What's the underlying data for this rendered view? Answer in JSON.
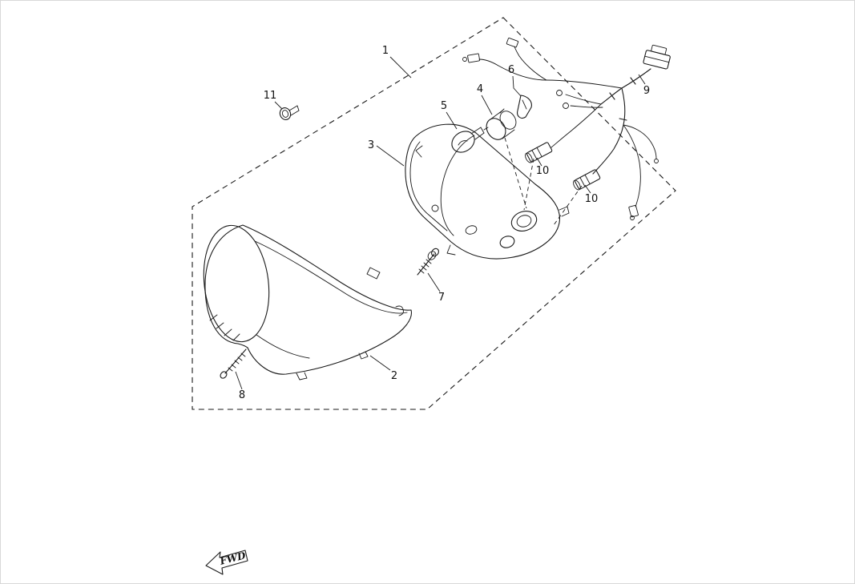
{
  "page": {
    "background": "#ffffff",
    "line_color": "#1a1a1a",
    "type": "exploded-parts-diagram"
  },
  "diagram": {
    "fwd_label": "FWD",
    "part_labels": [
      {
        "text": "1"
      },
      {
        "text": "2"
      },
      {
        "text": "3"
      },
      {
        "text": "4"
      },
      {
        "text": "5"
      },
      {
        "text": "6"
      },
      {
        "text": "7"
      },
      {
        "text": "8"
      },
      {
        "text": "9"
      },
      {
        "text": "10"
      },
      {
        "text": "10"
      },
      {
        "text": "11"
      }
    ]
  }
}
